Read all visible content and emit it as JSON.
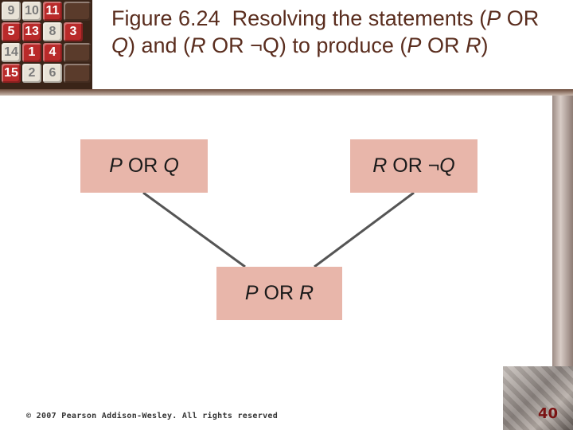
{
  "slide": {
    "title": {
      "figure_label": "Figure 6.24",
      "text_parts": [
        "Resolving the statements (",
        "P",
        " OR ",
        "Q",
        ") and (",
        "R",
        " OR ¬Q) to produce (",
        "P",
        " OR ",
        "R",
        ")"
      ]
    },
    "logo": {
      "tiles": [
        "9",
        "10",
        "11",
        "5",
        "13",
        "8",
        "3",
        "14",
        "1",
        "4",
        "15",
        "2",
        "6"
      ]
    },
    "diagram": {
      "nodes": {
        "left": {
          "var1": "P",
          "op": " OR ",
          "var2": "Q"
        },
        "right": {
          "var1": "R",
          "op": " OR ¬",
          "var2": "Q"
        },
        "result": {
          "var1": "P",
          "op": " OR ",
          "var2": "R"
        }
      },
      "colors": {
        "box_fill": "#e8b6aa",
        "edge": "#555555"
      }
    },
    "footer": {
      "copyright": "© 2007 Pearson Addison-Wesley. All rights reserved",
      "page_number": "40"
    },
    "colors": {
      "title": "#5a2d1e",
      "page_number": "#7a1414"
    }
  }
}
